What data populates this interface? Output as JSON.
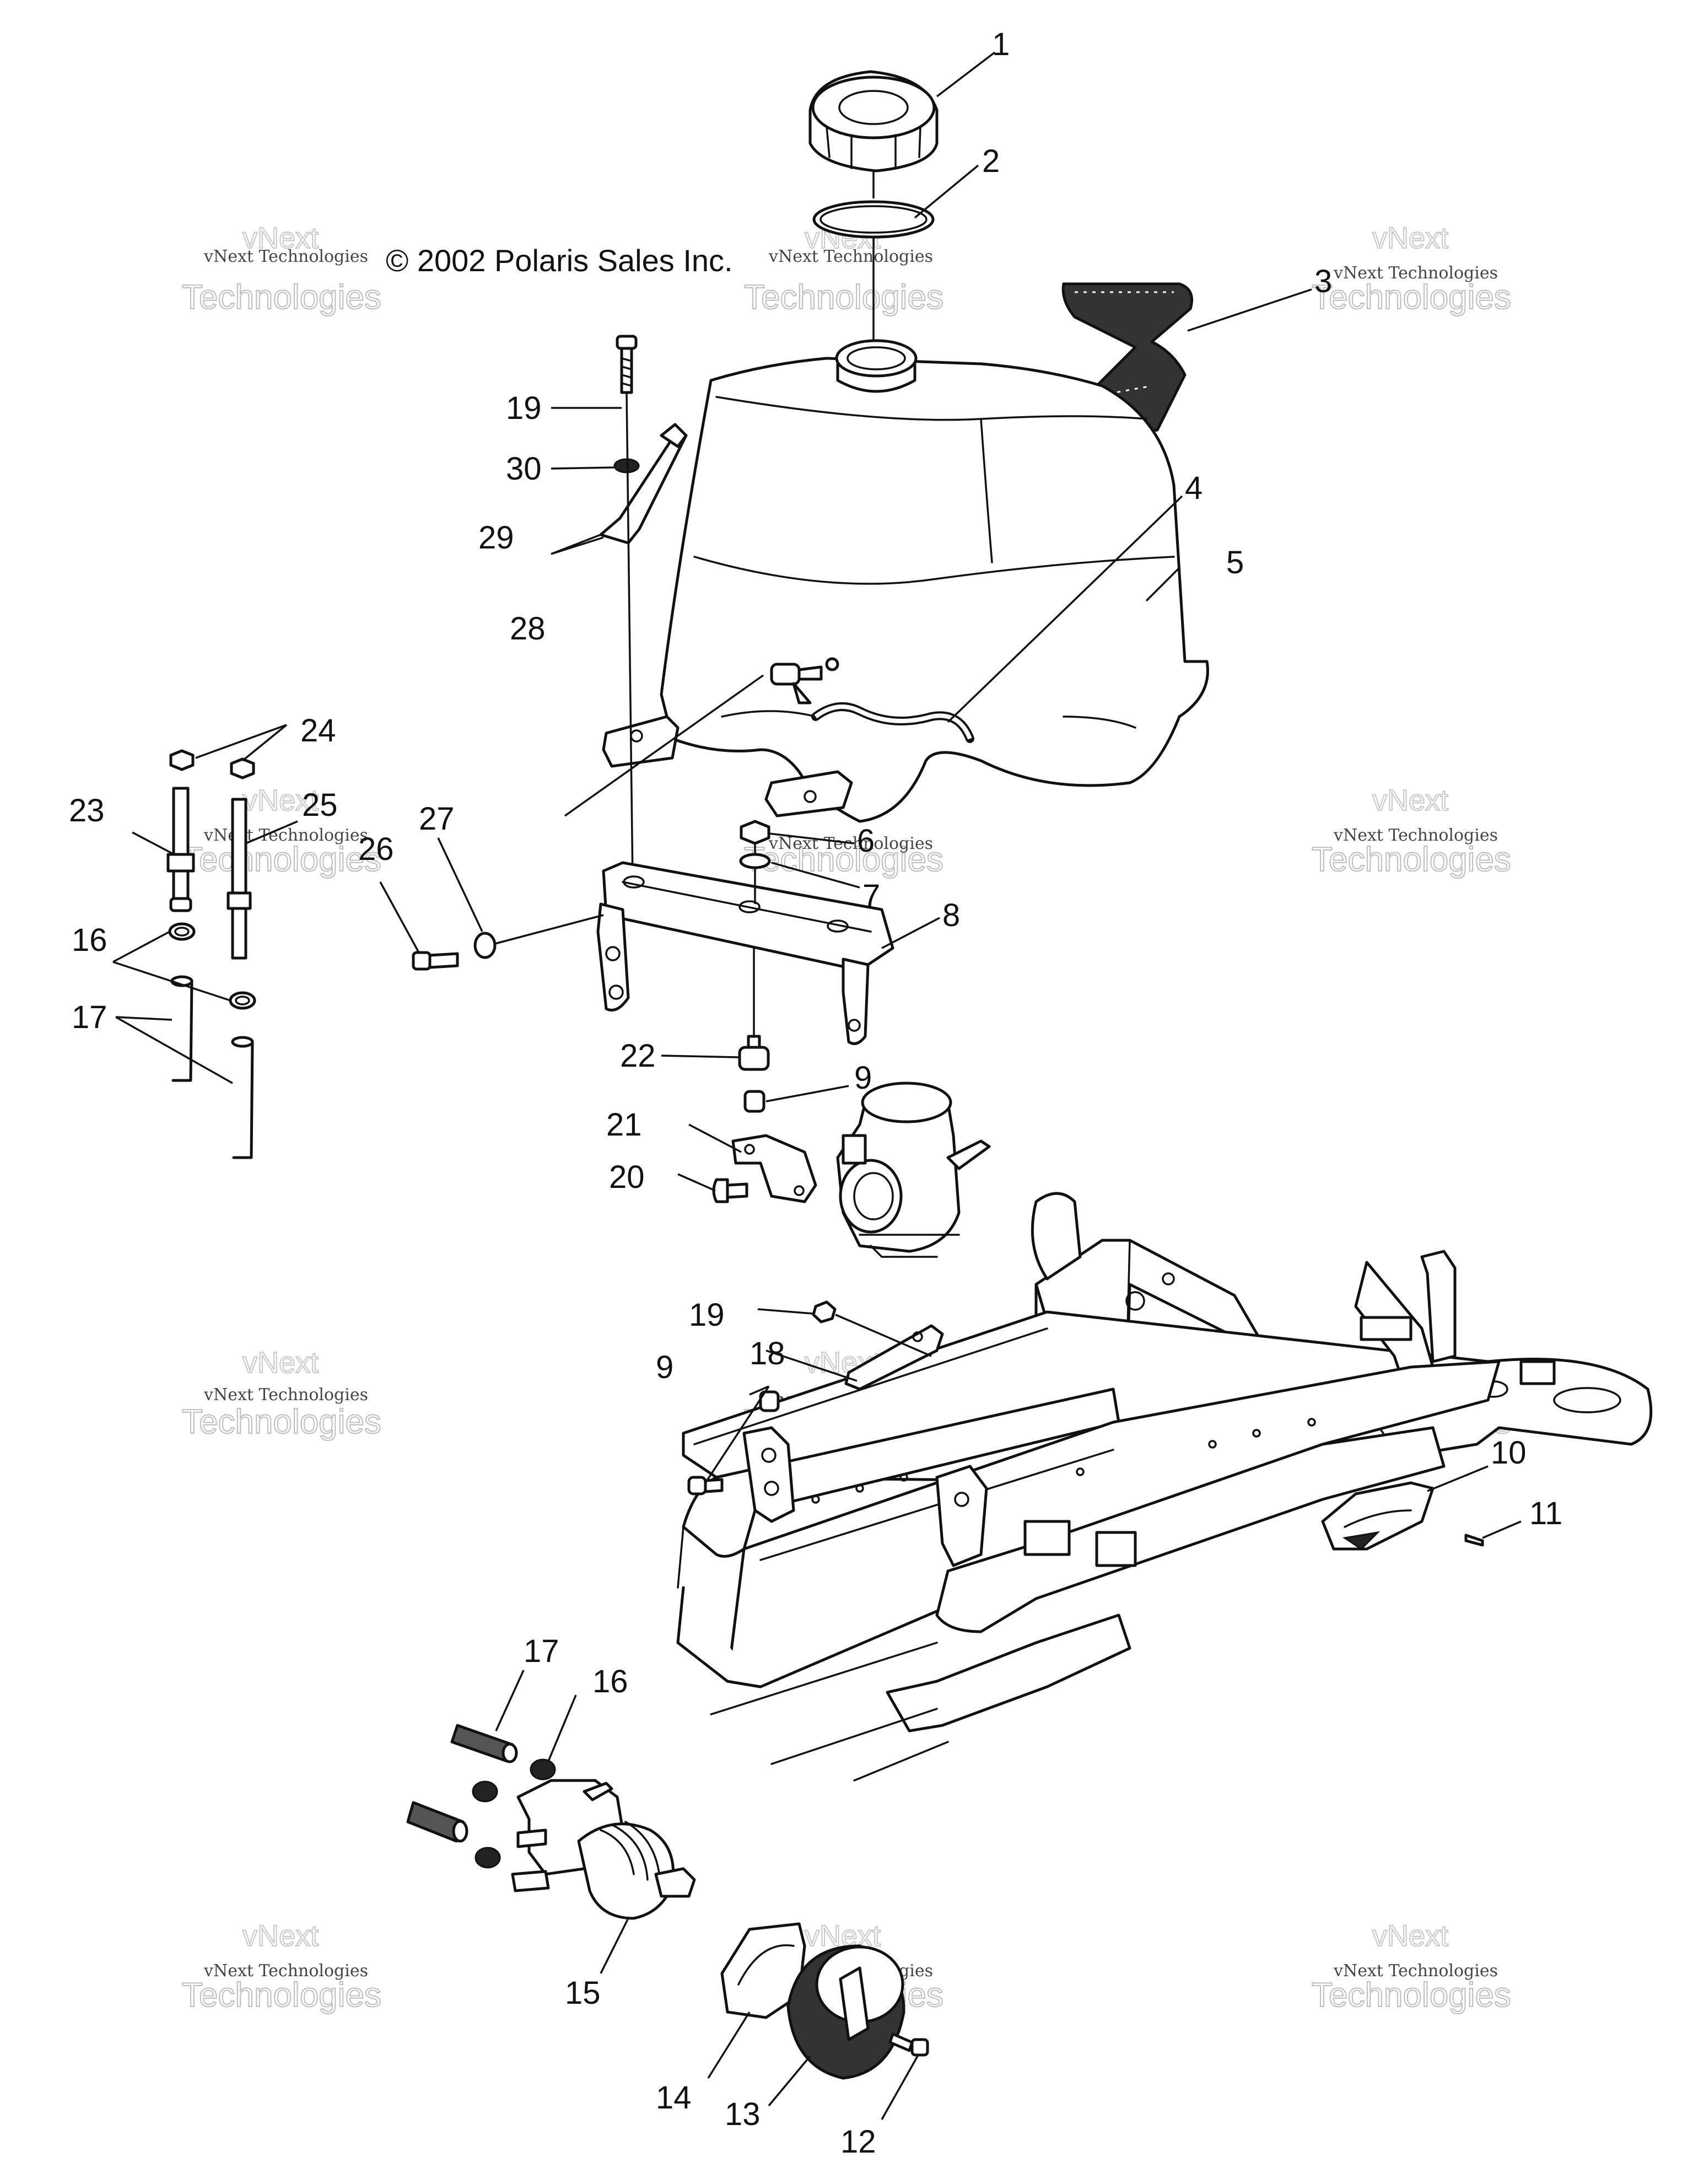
{
  "copyright": "© 2002 Polaris Sales Inc.",
  "watermark": {
    "line1": "vNext Technologies",
    "big1": "vNext",
    "big2": "Technologies"
  },
  "labels": {
    "l1": "1",
    "l2": "2",
    "l3": "3",
    "l4": "4",
    "l5": "5",
    "l6": "6",
    "l7": "7",
    "l8": "8",
    "l9a": "9",
    "l9b": "9",
    "l10": "10",
    "l11": "11",
    "l12": "12",
    "l13": "13",
    "l14": "14",
    "l15": "15",
    "l16a": "16",
    "l16b": "16",
    "l17a": "17",
    "l17b": "17",
    "l18": "18",
    "l19a": "19",
    "l19b": "19",
    "l20": "20",
    "l21": "21",
    "l22": "22",
    "l23": "23",
    "l24": "24",
    "l25": "25",
    "l26": "26",
    "l27": "27",
    "l28": "28",
    "l29": "29",
    "l30": "30"
  }
}
